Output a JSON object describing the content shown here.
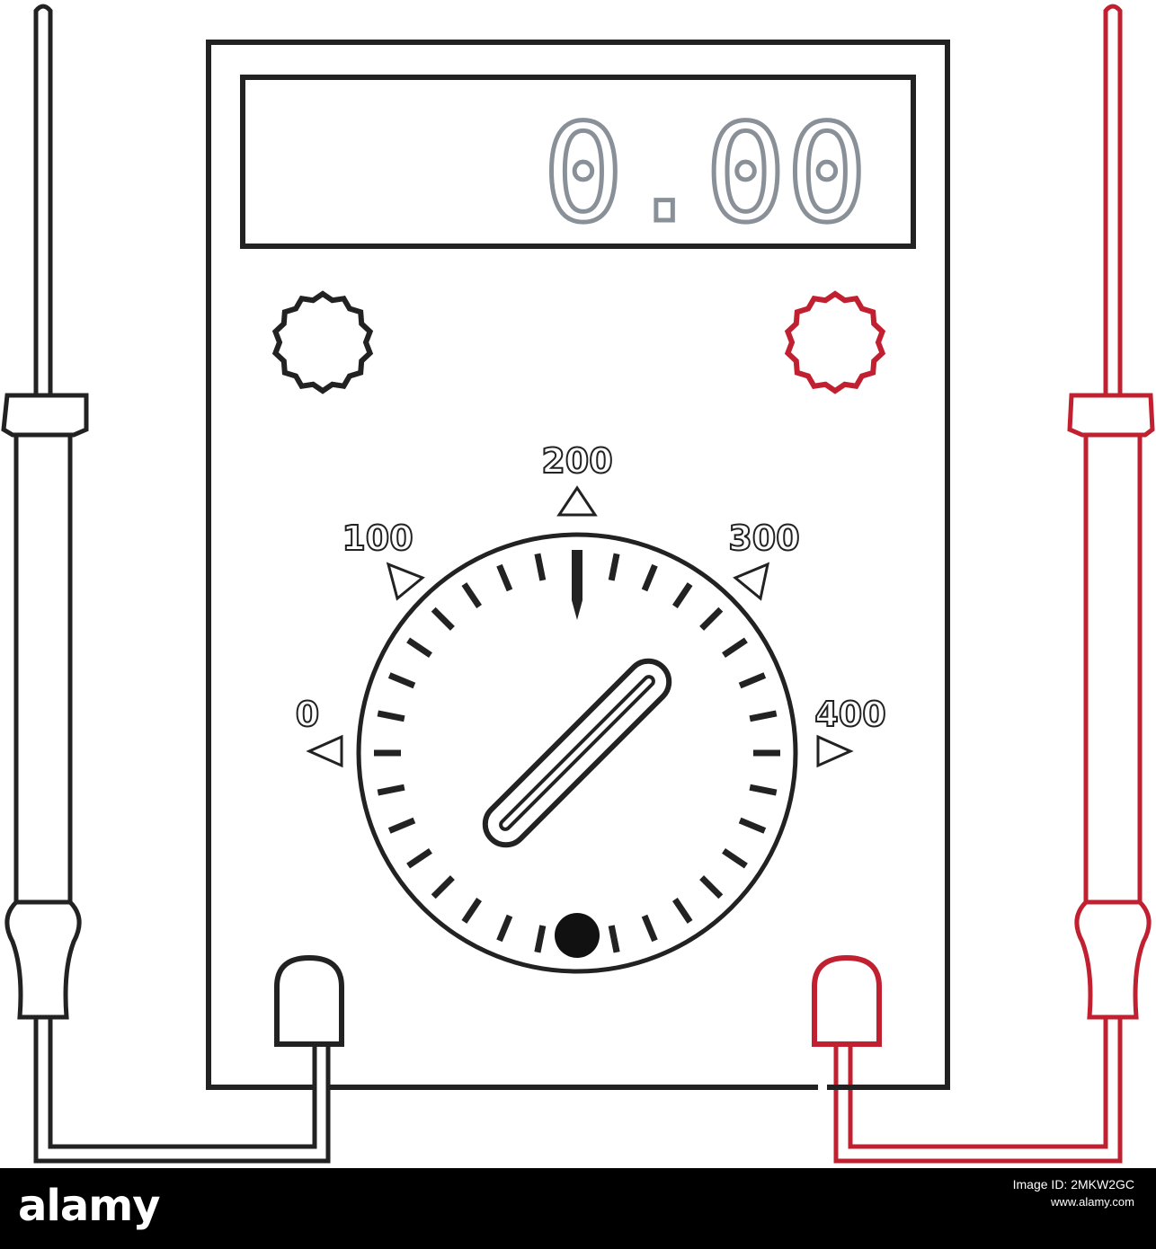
{
  "display": {
    "reading": "0.00"
  },
  "dial": {
    "labels": [
      "0",
      "100",
      "200",
      "300",
      "400"
    ]
  },
  "colors": {
    "outline": "#222222",
    "probe_red": "#c0202f",
    "lcd_text": "#8a9098",
    "footer_bg": "#000000"
  },
  "footer": {
    "brand": "alamy",
    "image_id_line": "Image ID: 2MKW2GC",
    "site": "www.alamy.com"
  }
}
